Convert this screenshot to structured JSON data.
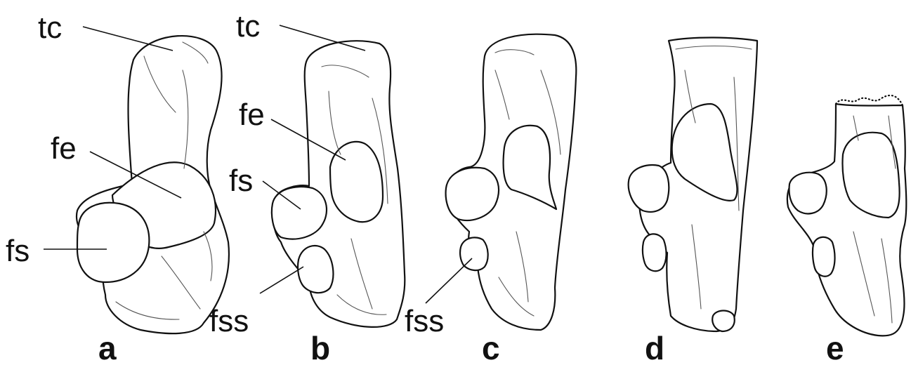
{
  "labels": {
    "a_tc": "tc",
    "a_fe": "fe",
    "a_fs": "fs",
    "b_tc": "tc",
    "b_fe": "fe",
    "b_fs": "fs",
    "b_fss": "fss",
    "c_fss": "fss"
  },
  "panels": [
    "a",
    "b",
    "c",
    "d",
    "e"
  ]
}
